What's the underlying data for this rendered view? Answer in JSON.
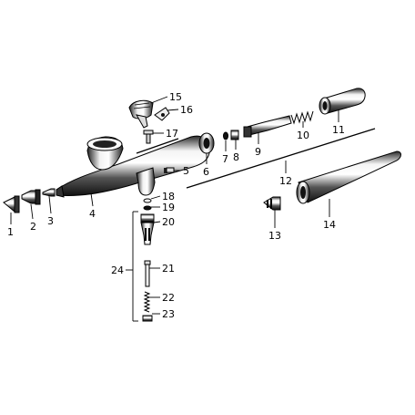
{
  "parts": [
    {
      "id": "p1",
      "number": "1"
    },
    {
      "id": "p2",
      "number": "2"
    },
    {
      "id": "p3",
      "number": "3"
    },
    {
      "id": "p4",
      "number": "4"
    },
    {
      "id": "p5",
      "number": "5"
    },
    {
      "id": "p6",
      "number": "6"
    },
    {
      "id": "p7",
      "number": "7"
    },
    {
      "id": "p8",
      "number": "8"
    },
    {
      "id": "p9",
      "number": "9"
    },
    {
      "id": "p10",
      "number": "10"
    },
    {
      "id": "p11",
      "number": "11"
    },
    {
      "id": "p12",
      "number": "12"
    },
    {
      "id": "p13",
      "number": "13"
    },
    {
      "id": "p14",
      "number": "14"
    },
    {
      "id": "p15",
      "number": "15"
    },
    {
      "id": "p16",
      "number": "16"
    },
    {
      "id": "p17",
      "number": "17"
    },
    {
      "id": "p18",
      "number": "18"
    },
    {
      "id": "p19",
      "number": "19"
    },
    {
      "id": "p20",
      "number": "20"
    },
    {
      "id": "p21",
      "number": "21"
    },
    {
      "id": "p22",
      "number": "22"
    },
    {
      "id": "p23",
      "number": "23"
    },
    {
      "id": "p24",
      "number": "24"
    }
  ]
}
